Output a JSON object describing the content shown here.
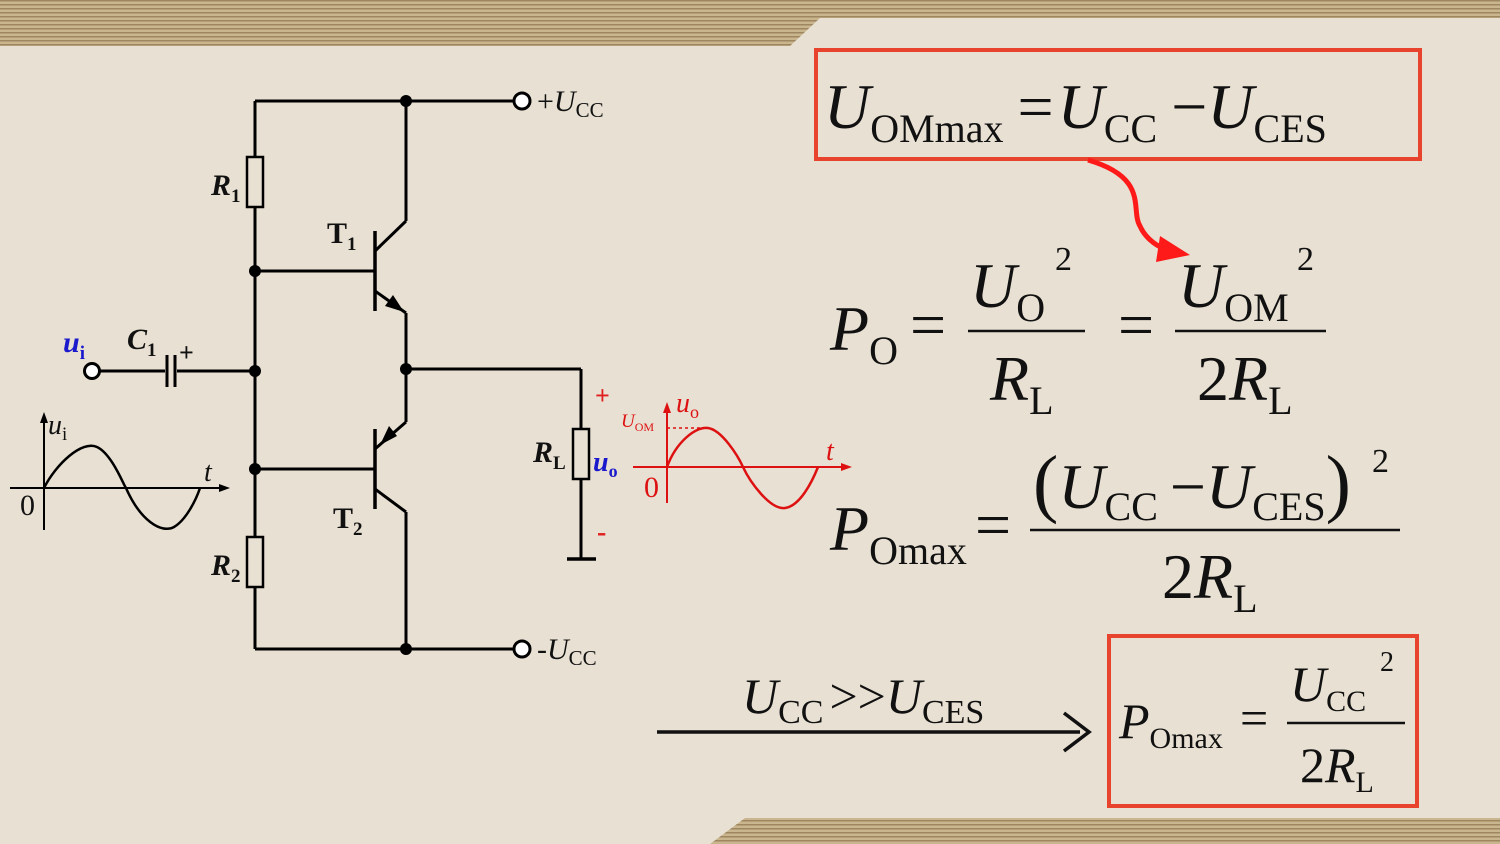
{
  "colors": {
    "background": "#e8e0d2",
    "band": "#b9a27a",
    "wire": "#000000",
    "formula_text": "#111111",
    "highlight_box": "#e8432c",
    "arrow_red": "#ff1a1a",
    "input_label": "#1a1acc",
    "output_wave": "#dd1111"
  },
  "circuit": {
    "vcc_pos": {
      "sign": "+",
      "main": "U",
      "sub": "CC"
    },
    "vcc_neg": {
      "sign": "-",
      "main": "U",
      "sub": "CC"
    },
    "r1": {
      "main": "R",
      "sub": "1"
    },
    "r2": {
      "main": "R",
      "sub": "2"
    },
    "t1": {
      "main": "T",
      "sub": "1"
    },
    "t2": {
      "main": "T",
      "sub": "2"
    },
    "c1": {
      "main": "C",
      "sub": "1",
      "polarity": "+"
    },
    "ui": {
      "main": "u",
      "sub": "i"
    },
    "rl": {
      "main": "R",
      "sub": "L"
    },
    "uo_load": {
      "main": "u",
      "sub": "o"
    },
    "load_plus": "+",
    "load_minus": "-"
  },
  "input_waveform": {
    "ylabel_main": "u",
    "ylabel_sub": "i",
    "xlabel": "t",
    "origin": "0"
  },
  "output_waveform": {
    "ylabel_main": "u",
    "ylabel_sub": "o",
    "xlabel": "t",
    "origin": "0",
    "peak_label": "U",
    "peak_sub": "OM"
  },
  "formulas": {
    "uom_max": {
      "lhs": "U",
      "lhs_sub": "OMmax",
      "eq": "=",
      "a": "U",
      "a_sub": "CC",
      "minus": "−",
      "b": "U",
      "b_sub": "CES"
    },
    "po": {
      "lhs": "P",
      "lhs_sub": "O",
      "eq": "=",
      "num1": "U",
      "num1_sub": "O",
      "pow": "2",
      "den1": "R",
      "den1_sub": "L",
      "eq2": "=",
      "num2": "U",
      "num2_sub": "OM",
      "den2_coef": "2",
      "den2": "R",
      "den2_sub": "L"
    },
    "pomax": {
      "lhs": "P",
      "lhs_sub": "Omax",
      "eq": "=",
      "lparen": "(",
      "a": "U",
      "a_sub": "CC",
      "minus": "−",
      "b": "U",
      "b_sub": "CES",
      "rparen": ")",
      "pow": "2",
      "den_coef": "2",
      "den": "R",
      "den_sub": "L"
    },
    "condition": {
      "a": "U",
      "a_sub": "CC",
      "op": ">>",
      "b": "U",
      "b_sub": "CES"
    },
    "final": {
      "lhs": "P",
      "lhs_sub": "Omax",
      "eq": "=",
      "num": "U",
      "num_sub": "CC",
      "pow": "2",
      "den_coef": "2",
      "den": "R",
      "den_sub": "L"
    }
  }
}
